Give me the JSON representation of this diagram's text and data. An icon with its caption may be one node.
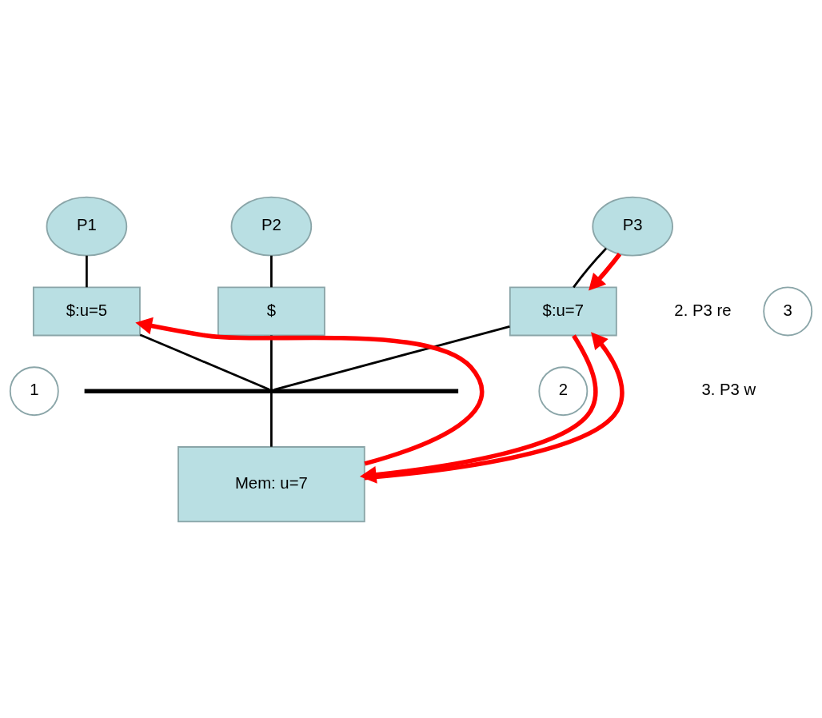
{
  "diagram": {
    "nodes": [
      {
        "text": [
          "P1"
        ]
      },
      {
        "text": [
          "P2"
        ]
      },
      {
        "text": [
          "P3"
        ]
      },
      {
        "text": [
          "3"
        ]
      },
      {
        "text": [
          "$:u=5"
        ]
      },
      {
        "text": [
          "$"
        ]
      },
      {
        "text": [
          "$:u=7"
        ]
      },
      {
        "text": [
          "1"
        ]
      },
      {
        "text": [
          "2"
        ]
      },
      {
        "text": [],
        "shape": "bar"
      },
      {
        "text": [
          "Mem: u=7"
        ]
      }
    ],
    "edges": [
      {
        "from": 0,
        "to": 4,
        "arrow": "none"
      },
      {
        "from": 1,
        "to": 5,
        "arrow": "none"
      },
      {
        "from": 2,
        "to": 6,
        "arrow": "none"
      },
      {
        "from": 4,
        "to": 9,
        "arrow": "none"
      },
      {
        "from": 5,
        "to": 9,
        "arrow": "none"
      },
      {
        "from": 6,
        "to": 9,
        "arrow": "none"
      },
      {
        "from": 9,
        "to": 10,
        "arrow": "none"
      },
      {
        "from": 10,
        "to": 4,
        "arrow": "to",
        "style": "thick",
        "color": "#ff0000"
      },
      {
        "from": 10,
        "to": 6,
        "arrow": "to",
        "style": "thick",
        "color": "#ff0000"
      },
      {
        "from": 2,
        "to": 6,
        "arrow": "to",
        "style": "thick",
        "color": "#ff0000"
      },
      {
        "from": 6,
        "to": 10,
        "arrow": "to",
        "style": "thick",
        "color": "#ff0000"
      }
    ],
    "labels": [
      "2. P3 re",
      "3. P3 w"
    ]
  }
}
